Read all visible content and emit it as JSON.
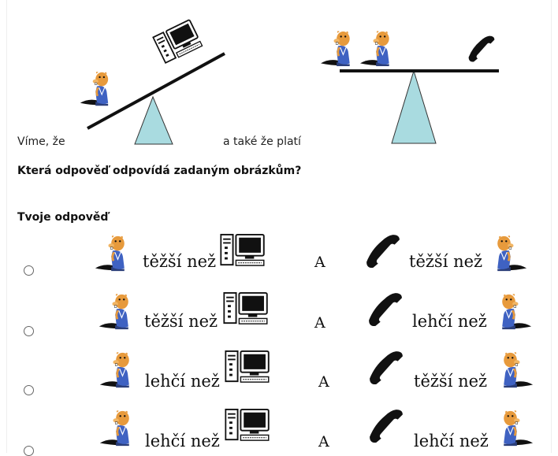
{
  "question": {
    "intro_left": "Víme, že",
    "intro_right": "a také že platí",
    "prompt": "Která odpověď odpovídá zadaným obrázkům?",
    "answer_heading": "Tvoje odpověď"
  },
  "options": [
    {
      "left_relation": "těžší než",
      "conjunction": "A",
      "right_relation": "těžší než",
      "selected": false
    },
    {
      "left_relation": "těžší než",
      "conjunction": "A",
      "right_relation": "lehčí než",
      "selected": false
    },
    {
      "left_relation": "lehčí než",
      "conjunction": "A",
      "right_relation": "těžší než",
      "selected": false
    },
    {
      "left_relation": "lehčí než",
      "conjunction": "A",
      "right_relation": "lehčí než",
      "selected": false
    }
  ],
  "colors": {
    "fulcrum_fill": "#a9dbe0",
    "beaver_fur": "#e79a3c",
    "beaver_shirt": "#3f62c2",
    "line": "#111111"
  },
  "icons": [
    "beaver-icon",
    "computer-icon",
    "telephone-icon",
    "seesaw-fulcrum"
  ]
}
